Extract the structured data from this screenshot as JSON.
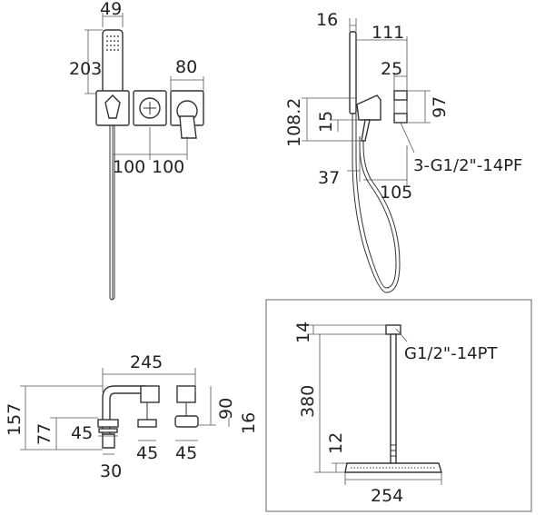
{
  "colors": {
    "line": "#333333",
    "text": "#222222",
    "background": "#ffffff"
  },
  "views": {
    "front": {
      "dims": {
        "handshower_width": "49",
        "handshower_height": "203",
        "plate_width": "80",
        "spacing_left": "100",
        "spacing_right": "100"
      }
    },
    "side": {
      "dims": {
        "top": "16",
        "depth": "111",
        "wall": "25",
        "plate_height": "97",
        "height": "108.2",
        "offset": "15",
        "hose_offset": "37",
        "hose_depth": "105"
      },
      "connection_label": "3-G1/2\"-14PF"
    },
    "bottom": {
      "dims": {
        "overall_width": "245",
        "overall_height": "157",
        "spout_height": "77",
        "body_height": "90",
        "base": "16",
        "d1": "45",
        "d2": "45",
        "d3": "45",
        "pipe": "30"
      }
    },
    "overhead": {
      "dims": {
        "top": "14",
        "arm_length": "380",
        "shower_thickness": "12",
        "head_width": "254"
      },
      "connection_label": "G1/2\"-14PT"
    }
  }
}
